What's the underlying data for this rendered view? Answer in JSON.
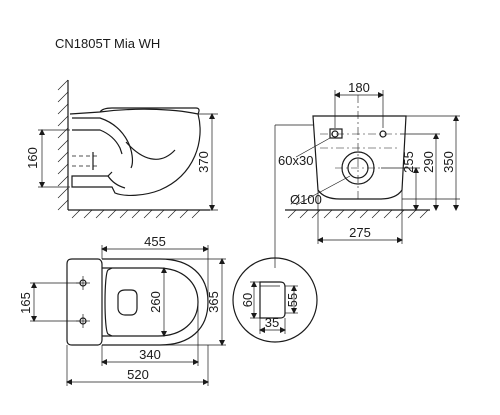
{
  "title": "CN1805T Mia WH",
  "side_view": {
    "dim_height_inlet": "160",
    "dim_height_rim": "370"
  },
  "rear_view": {
    "dim_top_holes": "180",
    "dim_flush_inlet": "60x30",
    "dim_outlet_diameter": "Ø100",
    "dim_bottom_width": "275",
    "dim_outlet_height": "255",
    "dim_inlet_height": "290",
    "dim_total_height": "350"
  },
  "top_view": {
    "dim_overall_length_top": "455",
    "dim_width_mounting": "165",
    "dim_bowl_length": "260",
    "dim_overall_width": "365",
    "dim_inner_length": "340",
    "dim_total_length": "520"
  },
  "detail_view": {
    "dim_height": "60",
    "dim_inner_height": "55",
    "dim_width": "35"
  }
}
